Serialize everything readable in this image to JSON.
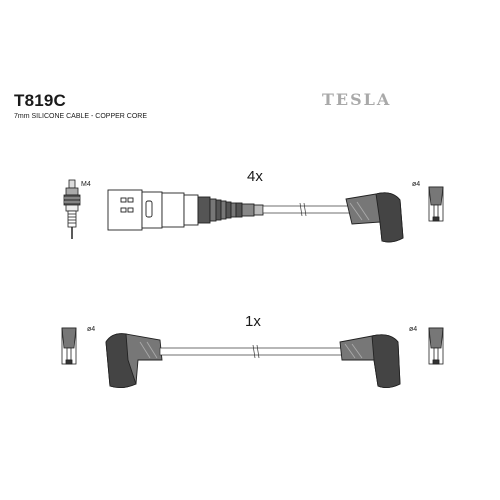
{
  "header": {
    "part_number": "T819C",
    "description": "7mm SILICONE CABLE - COPPER CORE",
    "brand": "TESLA"
  },
  "cables": [
    {
      "quantity_label": "4x"
    },
    {
      "quantity_label": "1x"
    }
  ],
  "labels": {
    "spark_plug_thread": "M4",
    "terminal_diameter": "ø4"
  }
}
